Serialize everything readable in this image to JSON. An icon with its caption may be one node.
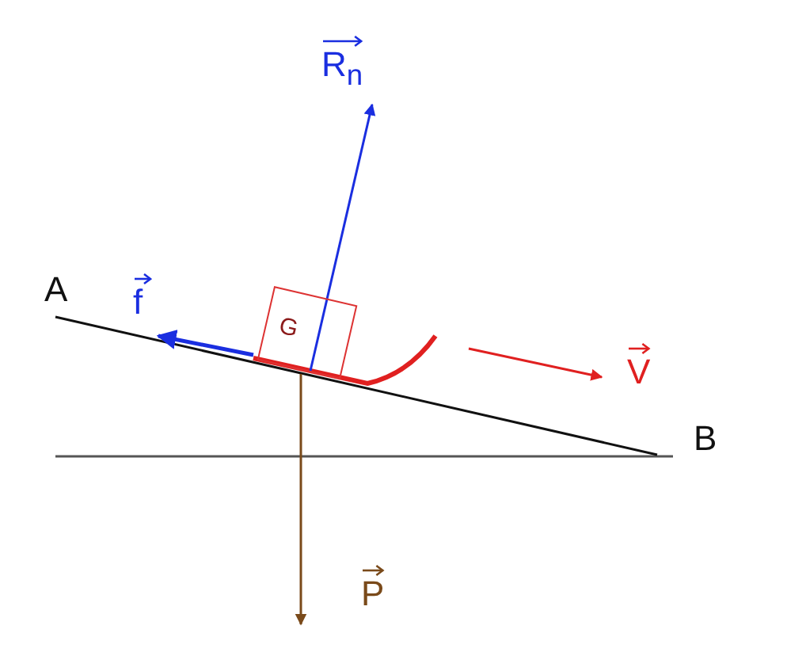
{
  "diagram": {
    "nodes": [
      {
        "text": [
          "G"
        ]
      }
    ],
    "labels": [
      "R$_{n}$",
      "A",
      "f",
      "V",
      "B",
      "P"
    ]
  }
}
